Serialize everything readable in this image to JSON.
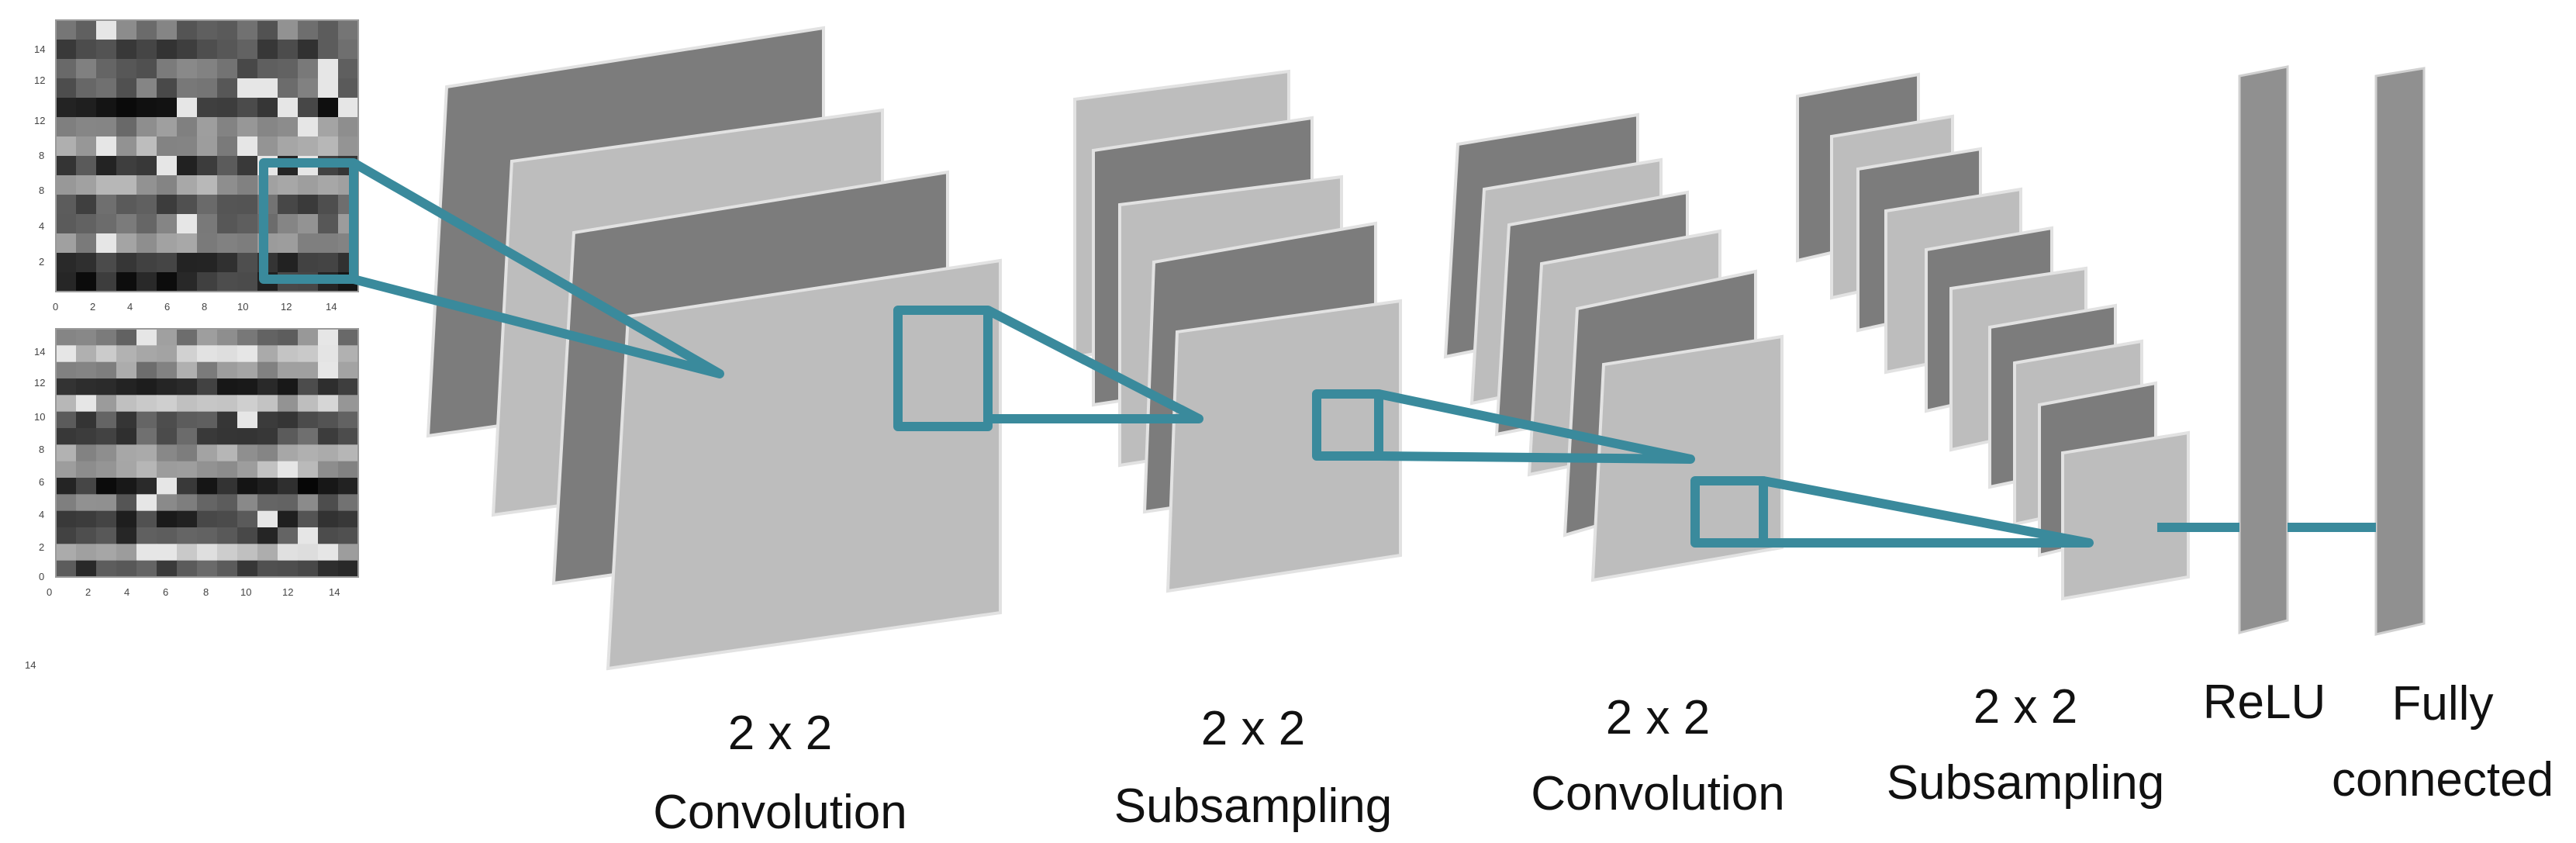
{
  "colors": {
    "background": "#ffffff",
    "map_dark": "#7c7c7c",
    "map_light": "#bdbdbd",
    "map_edge": "#e2e2e2",
    "connector": "#3a8a9c",
    "bar": "#909090",
    "label_text": "#111111"
  },
  "inputs": {
    "top_panel": {
      "y_ticks": [
        "14",
        "12",
        "12",
        "8",
        "8",
        "4",
        "2"
      ],
      "x_ticks": [
        "0",
        "2",
        "4",
        "6",
        "8",
        "10",
        "12",
        "14"
      ]
    },
    "bottom_panel": {
      "y_ticks": [
        "14",
        "12",
        "10",
        "8",
        "6",
        "4",
        "2",
        "0"
      ],
      "x_ticks": [
        "0",
        "2",
        "4",
        "6",
        "8",
        "10",
        "12",
        "14"
      ]
    },
    "stray_tick": "14"
  },
  "stages": [
    {
      "line1": "2 x 2",
      "line2": "Convolution"
    },
    {
      "line1": "2 x 2",
      "line2": "Subsampling"
    },
    {
      "line1": "2 x 2",
      "line2": "Convolution"
    },
    {
      "line1": "2 x 2",
      "line2": "Subsampling"
    },
    {
      "line1": "ReLU"
    },
    {
      "line1": "Fully",
      "line2": "connected"
    }
  ],
  "icons": [
    "input-heatmap-top",
    "input-heatmap-bottom",
    "feature-map-stack",
    "receptive-field-box",
    "connector-line"
  ]
}
